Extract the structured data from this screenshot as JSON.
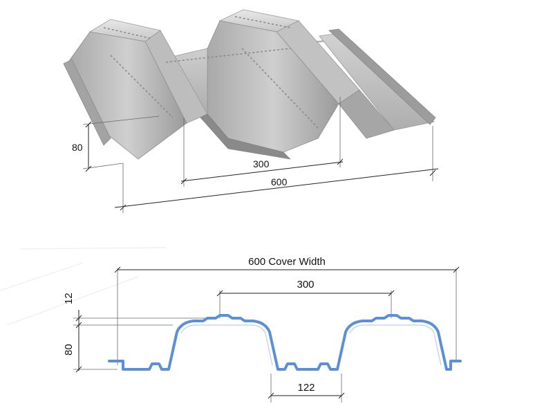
{
  "colors": {
    "profile_stroke": "#5b8fd6",
    "profile_fill": "#b9cfee",
    "metal_light": "#e2e2e2",
    "metal_mid": "#bdbdbd",
    "metal_dark": "#8d8d8d",
    "dimension_line": "#222222"
  },
  "isometric_view": {
    "dim_height": "80",
    "dim_pitch": "300",
    "dim_total": "600"
  },
  "section_view": {
    "dim_cover_width": "600 Cover Width",
    "dim_pitch": "300",
    "dim_top_step": "12",
    "dim_depth": "80",
    "dim_bottom": "122"
  }
}
